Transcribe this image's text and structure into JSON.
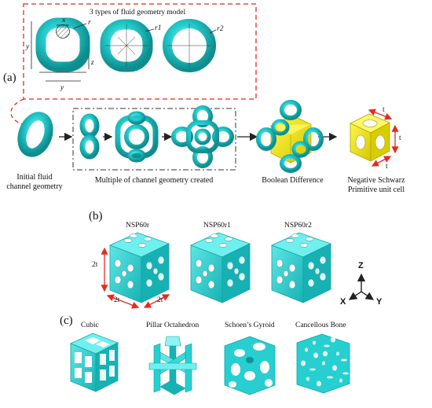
{
  "panel_a": {
    "letter": "(a)",
    "box_title": "3 types of fluid geometry model",
    "dims": {
      "x": "x",
      "y": "y",
      "z": "z",
      "y_bottom": "y"
    },
    "radius_labels": [
      "r",
      "r1",
      "r2"
    ],
    "captions": {
      "initial": "Initial fluid channel geometry",
      "multiple": "Multiple of channel geometry created",
      "boolean": "Boolean Difference",
      "negative": "Negative Schwarz Primitive unit cell"
    },
    "thickness_label": "t"
  },
  "panel_b": {
    "letter": "(b)",
    "samples": [
      "NSP60r",
      "NSP60r1",
      "NSP60r2"
    ],
    "dim_label": "2t",
    "axes": {
      "z": "Z",
      "x": "X",
      "y": "Y"
    }
  },
  "panel_c": {
    "letter": "(c)",
    "structures": [
      "Cubic",
      "Pillar Octahedron",
      "Schoen’s Gyroid",
      "Cancellous Bone"
    ]
  },
  "colors": {
    "cyan": "#27cfd0",
    "cyan_dark": "#14a9ab",
    "yellow": "#f3ea10",
    "red": "#e8281e",
    "dash_gray": "#555555"
  }
}
